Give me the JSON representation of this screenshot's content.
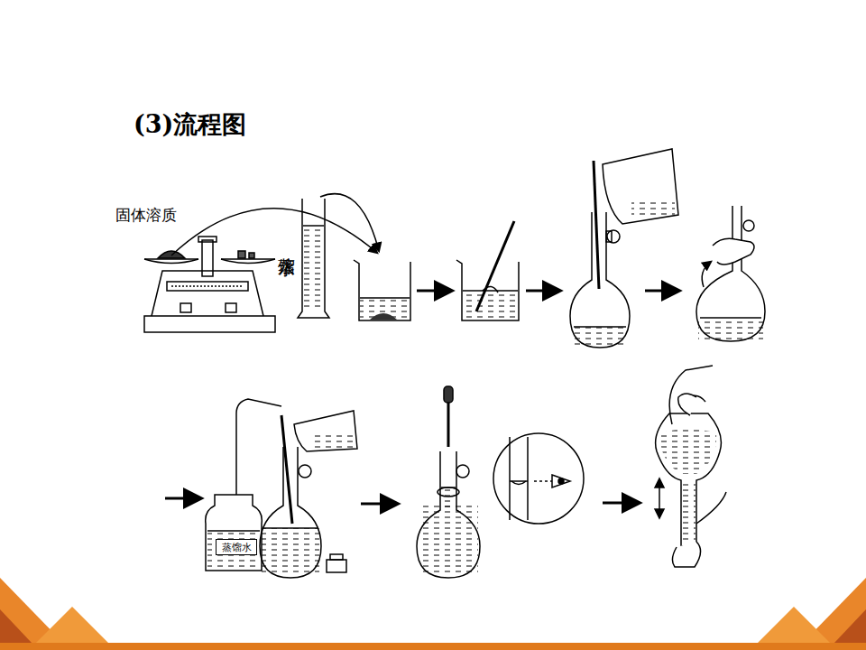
{
  "diagram": {
    "title": "(3)流程图",
    "nodes": [
      {
        "text": [
          "蒸馏水"
        ]
      }
    ],
    "labels": [
      "固体溶质",
      "蒸馏水"
    ]
  }
}
